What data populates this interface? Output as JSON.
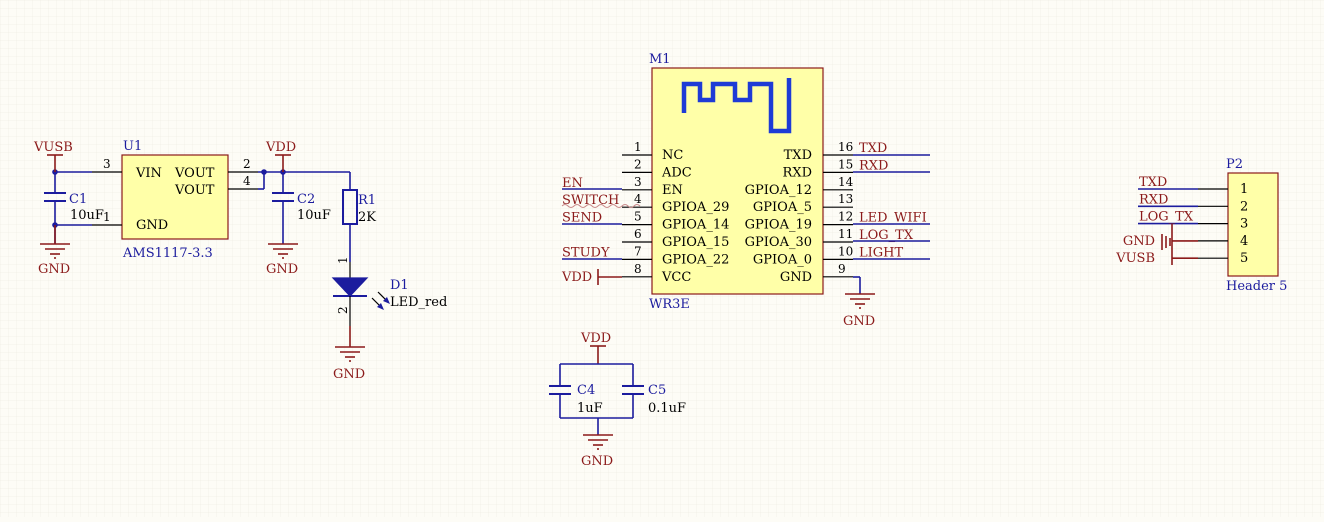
{
  "power": {
    "vusb": "VUSB",
    "vdd": "VDD",
    "gnd": "GND"
  },
  "u1": {
    "ref": "U1",
    "value": "AMS1117-3.3",
    "pin_vin": "VIN",
    "pin_gnd": "GND",
    "pin_vout": "VOUT",
    "pin3": "3",
    "pin1": "1",
    "pin2": "2",
    "pin4": "4"
  },
  "c1": {
    "ref": "C1",
    "value": "10uF"
  },
  "c2": {
    "ref": "C2",
    "value": "10uF"
  },
  "r1": {
    "ref": "R1",
    "value": "2K"
  },
  "d1": {
    "ref": "D1",
    "value": "LED_red",
    "pin1": "1",
    "pin2": "2"
  },
  "m1": {
    "ref": "M1",
    "value": "WR3E",
    "left_pins": [
      {
        "num": "1",
        "name": "NC",
        "net": ""
      },
      {
        "num": "2",
        "name": "ADC",
        "net": ""
      },
      {
        "num": "3",
        "name": "EN",
        "net": "EN"
      },
      {
        "num": "4",
        "name": "GPIOA_29",
        "net": "SWITCH"
      },
      {
        "num": "5",
        "name": "GPIOA_14",
        "net": "SEND"
      },
      {
        "num": "6",
        "name": "GPIOA_15",
        "net": ""
      },
      {
        "num": "7",
        "name": "GPIOA_22",
        "net": "STUDY"
      },
      {
        "num": "8",
        "name": "VCC",
        "net": ""
      }
    ],
    "right_pins": [
      {
        "num": "16",
        "name": "TXD",
        "net": "TXD"
      },
      {
        "num": "15",
        "name": "RXD",
        "net": "RXD"
      },
      {
        "num": "14",
        "name": "GPIOA_12",
        "net": ""
      },
      {
        "num": "13",
        "name": "GPIOA_5",
        "net": ""
      },
      {
        "num": "12",
        "name": "GPIOA_19",
        "net": "LED_WIFI"
      },
      {
        "num": "11",
        "name": "GPIOA_30",
        "net": "LOG_TX"
      },
      {
        "num": "10",
        "name": "GPIOA_0",
        "net": "LIGHT"
      },
      {
        "num": "9",
        "name": "GND",
        "net": ""
      }
    ]
  },
  "c4": {
    "ref": "C4",
    "value": "1uF"
  },
  "c5": {
    "ref": "C5",
    "value": "0.1uF"
  },
  "p2": {
    "ref": "P2",
    "value": "Header 5",
    "pins": [
      {
        "num": "1",
        "net": "TXD"
      },
      {
        "num": "2",
        "net": "RXD"
      },
      {
        "num": "3",
        "net": "LOG_TX"
      },
      {
        "num": "4",
        "net": "GND"
      },
      {
        "num": "5",
        "net": "VUSB"
      }
    ]
  }
}
